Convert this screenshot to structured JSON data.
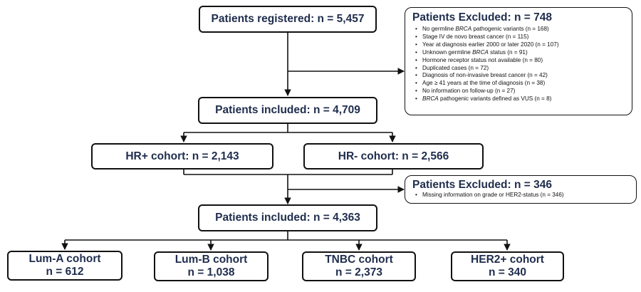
{
  "registered": {
    "label": "Patients registered: n = 5,457"
  },
  "excluded_1": {
    "title": "Patients Excluded: n = 748",
    "items": [
      {
        "pre": "No germline ",
        "em": "BRCA",
        "post": " pathogenic variants (n = 168)"
      },
      {
        "pre": "Stage IV de novo breast cancer (n = 115)",
        "em": "",
        "post": ""
      },
      {
        "pre": "Year at diagnosis earlier 2000 or later 2020 (n = 107)",
        "em": "",
        "post": ""
      },
      {
        "pre": "Unknown germline ",
        "em": "BRCA",
        "post": " status (n = 91)"
      },
      {
        "pre": "Hormone receptor status not available (n = 80)",
        "em": "",
        "post": ""
      },
      {
        "pre": "Duplicated cases (n = 72)",
        "em": "",
        "post": ""
      },
      {
        "pre": "Diagnosis of non-invasive breast cancer (n = 42)",
        "em": "",
        "post": ""
      },
      {
        "pre": "Age ≥ 41 years at the time of diagnosis (n = 38)",
        "em": "",
        "post": ""
      },
      {
        "pre": "No information on follow-up (n = 27)",
        "em": "",
        "post": ""
      },
      {
        "pre": "",
        "em": "BRCA",
        "post": " pathogenic variants defined as VUS (n = 8)"
      }
    ]
  },
  "included_1": {
    "label": "Patients included: n = 4,709"
  },
  "hr_pos": {
    "label": "HR+ cohort: n = 2,143"
  },
  "hr_neg": {
    "label": "HR- cohort: n = 2,566"
  },
  "excluded_2": {
    "title": "Patients Excluded: n = 346",
    "items": [
      {
        "pre": "Missing information on grade or HER2-status (n = 346)",
        "em": "",
        "post": ""
      }
    ]
  },
  "included_2": {
    "label": "Patients included: n = 4,363"
  },
  "cohorts": [
    {
      "name": "Lum-A cohort",
      "n": "n = 612"
    },
    {
      "name": "Lum-B cohort",
      "n": "n = 1,038"
    },
    {
      "name": "TNBC cohort",
      "n": "n = 2,373"
    },
    {
      "name": "HER2+ cohort",
      "n": "n = 340"
    }
  ]
}
